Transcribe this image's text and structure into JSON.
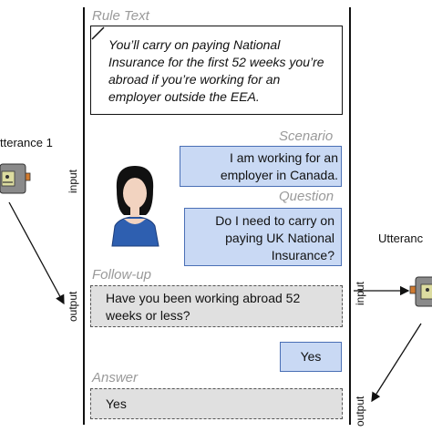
{
  "rule_section": {
    "label": "Rule Text",
    "text": "You’ll carry on paying National Insurance for the first 52 weeks you’re abroad if you’re working for an employer outside the EEA."
  },
  "scenario_section": {
    "label": "Scenario",
    "text": "I am working for an employer in Canada."
  },
  "question_section": {
    "label": "Question",
    "text": "Do I need to carry on paying UK National Insurance?"
  },
  "followup_section": {
    "label": "Follow-up",
    "text": "Have you been working abroad 52 weeks or less?"
  },
  "user_reply": {
    "text": "Yes"
  },
  "answer_section": {
    "label": "Answer",
    "text": "Yes"
  },
  "left_model": {
    "label": "tterance 1",
    "input_label": "input",
    "output_label": "output"
  },
  "right_model": {
    "label": "Utteranc",
    "input_label": "input",
    "output_label": "output"
  },
  "colors": {
    "user_bubble": "#c9d9f4",
    "user_border": "#4a6fb5",
    "system_bubble": "#e0e0e0",
    "robot_body": "#8a8a8a",
    "robot_face": "#dcdca0",
    "robot_accent": "#d07a30"
  },
  "icons": [
    "robot-icon",
    "woman-avatar-icon"
  ]
}
